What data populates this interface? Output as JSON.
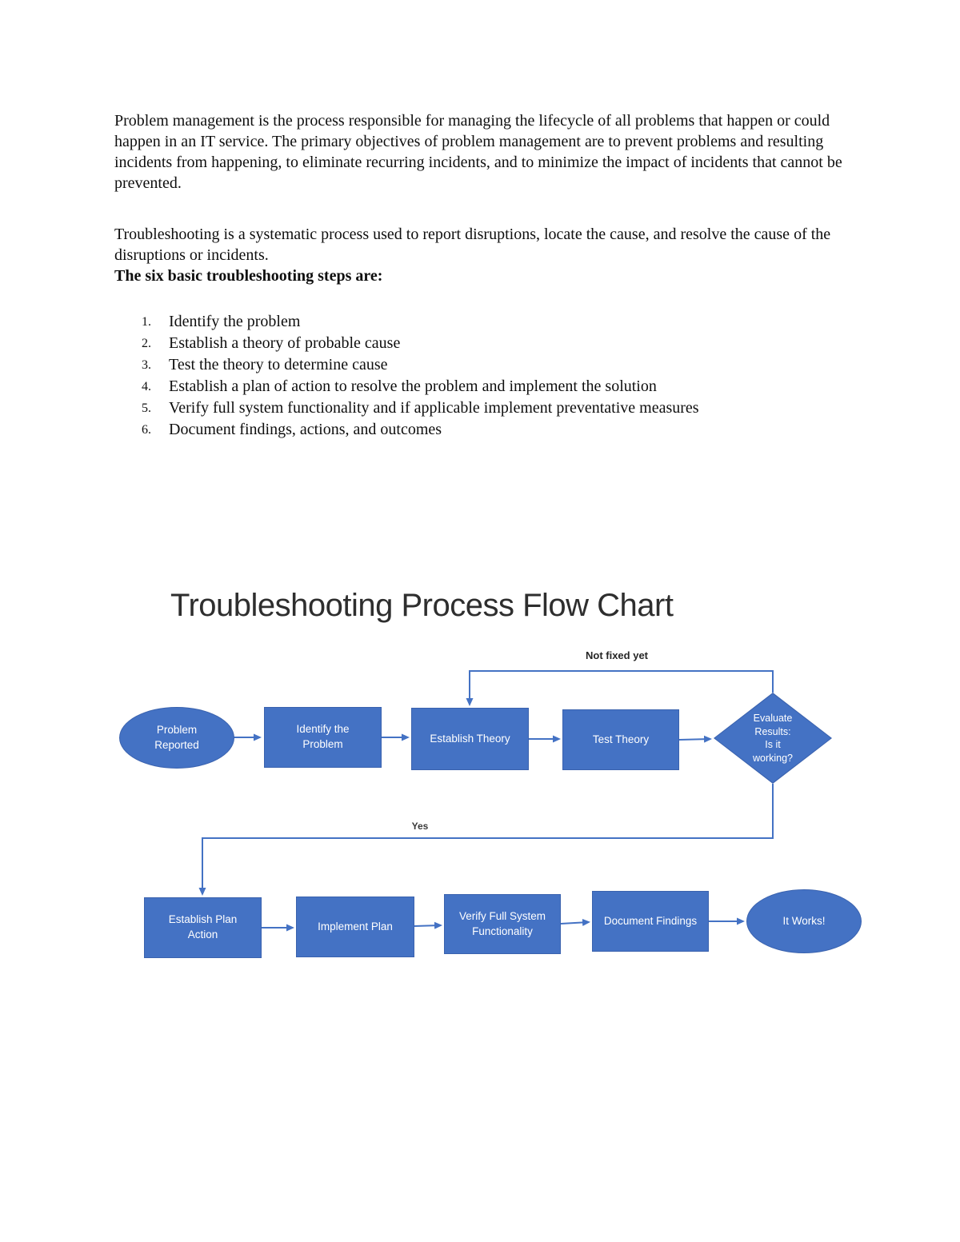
{
  "document": {
    "paragraph1": "Problem management is the process responsible for managing the lifecycle of all problems that happen or could happen in an IT service. The primary objectives of problem management are to prevent problems and resulting incidents from happening, to eliminate recurring incidents, and to minimize the impact of incidents that cannot be prevented.",
    "paragraph2": "Troubleshooting is a systematic process used to report disruptions, locate the cause, and resolve the cause of the disruptions or incidents.",
    "steps_heading": "The six basic troubleshooting steps are:",
    "steps": [
      {
        "num": "1.",
        "text": "Identify the problem"
      },
      {
        "num": "2.",
        "text": "Establish a theory of probable cause"
      },
      {
        "num": "3.",
        "text": "Test the theory to determine cause"
      },
      {
        "num": "4.",
        "text": "Establish a plan of action to resolve the problem and implement the solution"
      },
      {
        "num": "5.",
        "text": "Verify full system functionality and if applicable implement preventative measures"
      },
      {
        "num": "6.",
        "text": "Document findings, actions, and outcomes"
      }
    ]
  },
  "flowchart": {
    "title": "Troubleshooting Process Flow Chart",
    "labels": {
      "not_fixed": "Not fixed yet",
      "yes": "Yes"
    },
    "colors": {
      "shape_fill": "#4472C4",
      "shape_border": "#3A62AE",
      "connector": "#4472C4"
    },
    "nodes": {
      "problem_reported": {
        "type": "ellipse",
        "lines": [
          "Problem",
          "Reported"
        ]
      },
      "identify_problem": {
        "type": "rect",
        "lines": [
          "Identify the",
          "Problem"
        ]
      },
      "establish_theory": {
        "type": "rect",
        "lines": [
          "Establish Theory"
        ]
      },
      "test_theory": {
        "type": "rect",
        "lines": [
          "Test Theory"
        ]
      },
      "evaluate_results": {
        "type": "diamond",
        "lines": [
          "Evaluate",
          "Results:",
          "Is it",
          "working?"
        ]
      },
      "establish_plan": {
        "type": "rect",
        "lines": [
          "Establish Plan",
          "Action"
        ]
      },
      "implement_plan": {
        "type": "rect",
        "lines": [
          "Implement Plan"
        ]
      },
      "verify_functionality": {
        "type": "rect",
        "lines": [
          "Verify Full System",
          "Functionality"
        ]
      },
      "document_findings": {
        "type": "rect",
        "lines": [
          "Document Findings"
        ]
      },
      "it_works": {
        "type": "ellipse",
        "lines": [
          "It Works!"
        ]
      }
    }
  }
}
